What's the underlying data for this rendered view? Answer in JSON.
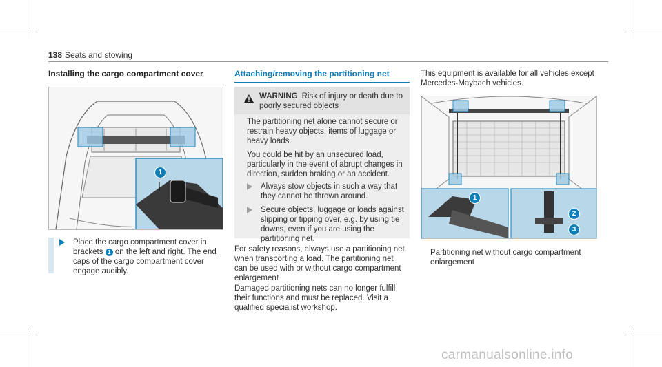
{
  "header": {
    "page_number": "138",
    "section": "Seats and stowing"
  },
  "col1": {
    "heading": "Installing the cargo compartment cover",
    "step": {
      "before": "Place the cargo compartment cover in brackets",
      "callout": "1",
      "after": "on the left and right. The end caps of the cargo compartment cover engage audibly."
    }
  },
  "col2": {
    "heading": "Attaching/removing the partitioning net",
    "warning": {
      "label": "WARNING",
      "title": "Risk of injury or death due to poorly secured objects",
      "body": "The partitioning net alone cannot secure or restrain heavy objects, items of luggage or heavy loads.",
      "body2": "You could be hit by an unsecured load, particularly in the event of abrupt changes in direction, sudden braking or an accident.",
      "step1": "Always stow objects in such a way that they cannot be thrown around.",
      "step2": "Secure objects, luggage or loads against slipping or tipping over, e.g. by using tie downs, even if you are using the partitioning net."
    },
    "para1": "For safety reasons, always use a partitioning net when transporting a load. The partitioning net can be used with or without cargo compartment enlargement",
    "para2": "Damaged partitioning nets can no longer fulfill their functions and must be replaced. Visit a qualified specialist workshop."
  },
  "col3": {
    "intro": "This equipment is available for all vehicles except Mercedes-Maybach vehicles.",
    "caption": "Partitioning net without cargo compartment enlargement"
  },
  "callouts": [
    "1",
    "1",
    "2",
    "3"
  ],
  "watermark": "carmanualsonline.info",
  "colors": {
    "accent": "#0e7fb8",
    "callout_fill": "#b8d8ea"
  }
}
